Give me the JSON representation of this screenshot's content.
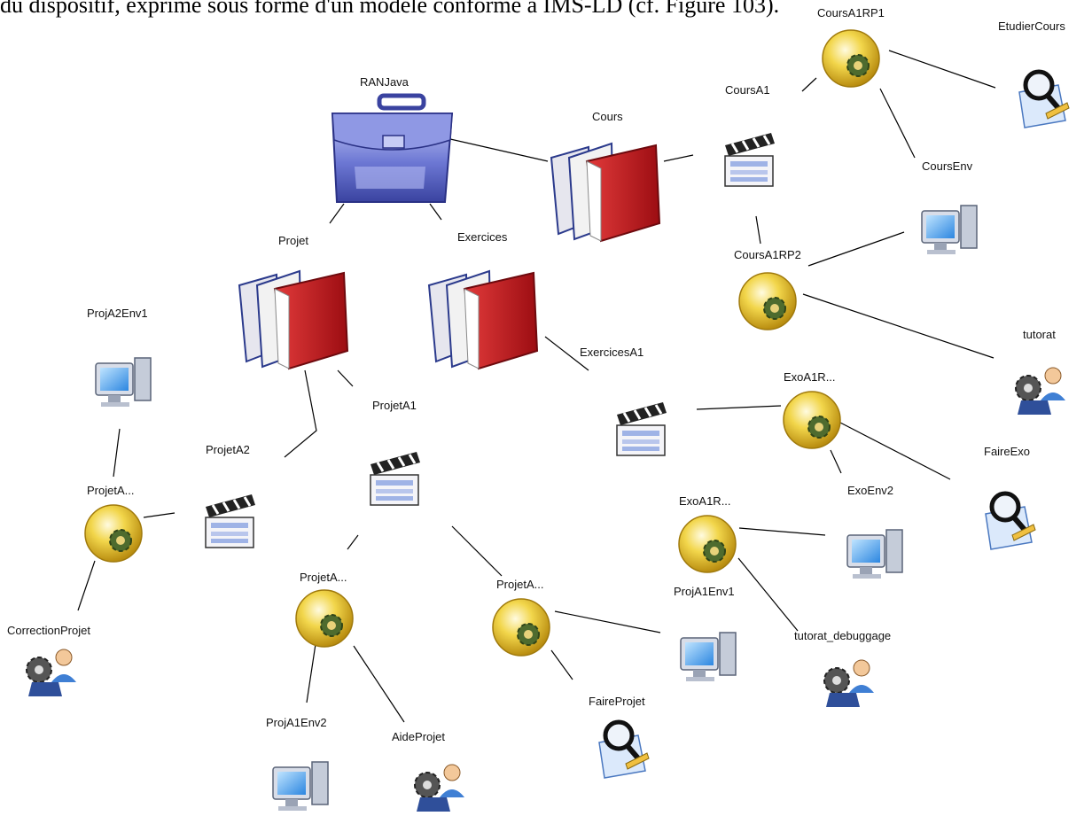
{
  "header": {
    "text": "du dispositif, exprimé sous forme d'un modèle conforme à IMS-LD (cf. Figure 103)."
  },
  "icon_types": {
    "briefcase": "briefcase-icon",
    "books": "books-icon",
    "clapper": "clapperboard-icon",
    "gear_ball": "gear-ball-icon",
    "monitor": "computer-monitor-icon",
    "gear_person": "gears-person-icon",
    "magnifier": "magnifier-document-icon"
  },
  "colors": {
    "book_red": "#c8161d",
    "book_blue": "#2b3a8c",
    "ball_yellow": "#f2d64b",
    "gear_green": "#4e6b2e",
    "monitor_blue": "#4aa0e8",
    "briefcase": "#5b68c8"
  },
  "nodes": {
    "ranjava": {
      "label": "RANJava",
      "icon": "briefcase"
    },
    "cours": {
      "label": "Cours",
      "icon": "books"
    },
    "projet": {
      "label": "Projet",
      "icon": "books"
    },
    "exercices": {
      "label": "Exercices",
      "icon": "books"
    },
    "cours_a1": {
      "label": "CoursA1",
      "icon": "clapper"
    },
    "cours_a1rp1": {
      "label": "CoursA1RP1",
      "icon": "gear_ball"
    },
    "etudier_cours": {
      "label": "EtudierCours",
      "icon": "magnifier"
    },
    "cours_env": {
      "label": "CoursEnv",
      "icon": "monitor"
    },
    "cours_a1rp2": {
      "label": "CoursA1RP2",
      "icon": "gear_ball"
    },
    "tutorat": {
      "label": "tutorat",
      "icon": "gear_person"
    },
    "exercices_a1": {
      "label": "ExercicesA1",
      "icon": "clapper"
    },
    "exo_a1r_1": {
      "label": "ExoA1R...",
      "icon": "gear_ball"
    },
    "faire_exo": {
      "label": "FaireExo",
      "icon": "magnifier"
    },
    "exo_env2": {
      "label": "ExoEnv2",
      "icon": "monitor"
    },
    "exo_a1r_2": {
      "label": "ExoA1R...",
      "icon": "gear_ball"
    },
    "proj_a1_env1": {
      "label": "ProjA1Env1",
      "icon": "monitor"
    },
    "tutorat_debuggage": {
      "label": "tutorat_debuggage",
      "icon": "gear_person"
    },
    "projet_a1": {
      "label": "ProjetA1",
      "icon": "clapper"
    },
    "projet_a2": {
      "label": "ProjetA2",
      "icon": "clapper"
    },
    "proj_a2_env1": {
      "label": "ProjA2Env1",
      "icon": "monitor"
    },
    "projet_a_left": {
      "label": "ProjetA...",
      "icon": "gear_ball"
    },
    "correction_projet": {
      "label": "CorrectionProjet",
      "icon": "gear_person"
    },
    "projet_a_mid": {
      "label": "ProjetA...",
      "icon": "gear_ball"
    },
    "proj_a1_env2": {
      "label": "ProjA1Env2",
      "icon": "monitor"
    },
    "aide_projet": {
      "label": "AideProjet",
      "icon": "gear_person"
    },
    "projet_a_right": {
      "label": "ProjetA...",
      "icon": "gear_ball"
    },
    "faire_projet": {
      "label": "FaireProjet",
      "icon": "magnifier"
    }
  },
  "edges": [
    [
      "ranjava",
      "cours"
    ],
    [
      "ranjava",
      "projet"
    ],
    [
      "ranjava",
      "exercices"
    ],
    [
      "cours",
      "cours_a1"
    ],
    [
      "cours_a1",
      "cours_a1rp1"
    ],
    [
      "cours_a1rp1",
      "etudier_cours"
    ],
    [
      "cours_a1rp1",
      "cours_env"
    ],
    [
      "cours_a1",
      "cours_a1rp2"
    ],
    [
      "cours_a1rp2",
      "cours_env"
    ],
    [
      "cours_a1rp2",
      "tutorat"
    ],
    [
      "exercices",
      "exercices_a1"
    ],
    [
      "exercices_a1",
      "exo_a1r_1"
    ],
    [
      "exo_a1r_1",
      "faire_exo"
    ],
    [
      "exo_a1r_1",
      "exo_env2"
    ],
    [
      "exo_a1r_2",
      "exo_env2"
    ],
    [
      "exo_a1r_2",
      "tutorat_debuggage"
    ],
    [
      "projet",
      "projet_a1"
    ],
    [
      "projet",
      "projet_a2"
    ],
    [
      "projet_a2",
      "projet_a_left"
    ],
    [
      "projet_a_left",
      "proj_a2_env1"
    ],
    [
      "projet_a_left",
      "correction_projet"
    ],
    [
      "projet_a1",
      "projet_a_mid"
    ],
    [
      "projet_a1",
      "projet_a_right"
    ],
    [
      "projet_a_mid",
      "proj_a1_env2"
    ],
    [
      "projet_a_mid",
      "aide_projet"
    ],
    [
      "projet_a_right",
      "faire_projet"
    ],
    [
      "projet_a_right",
      "proj_a1_env1"
    ]
  ]
}
